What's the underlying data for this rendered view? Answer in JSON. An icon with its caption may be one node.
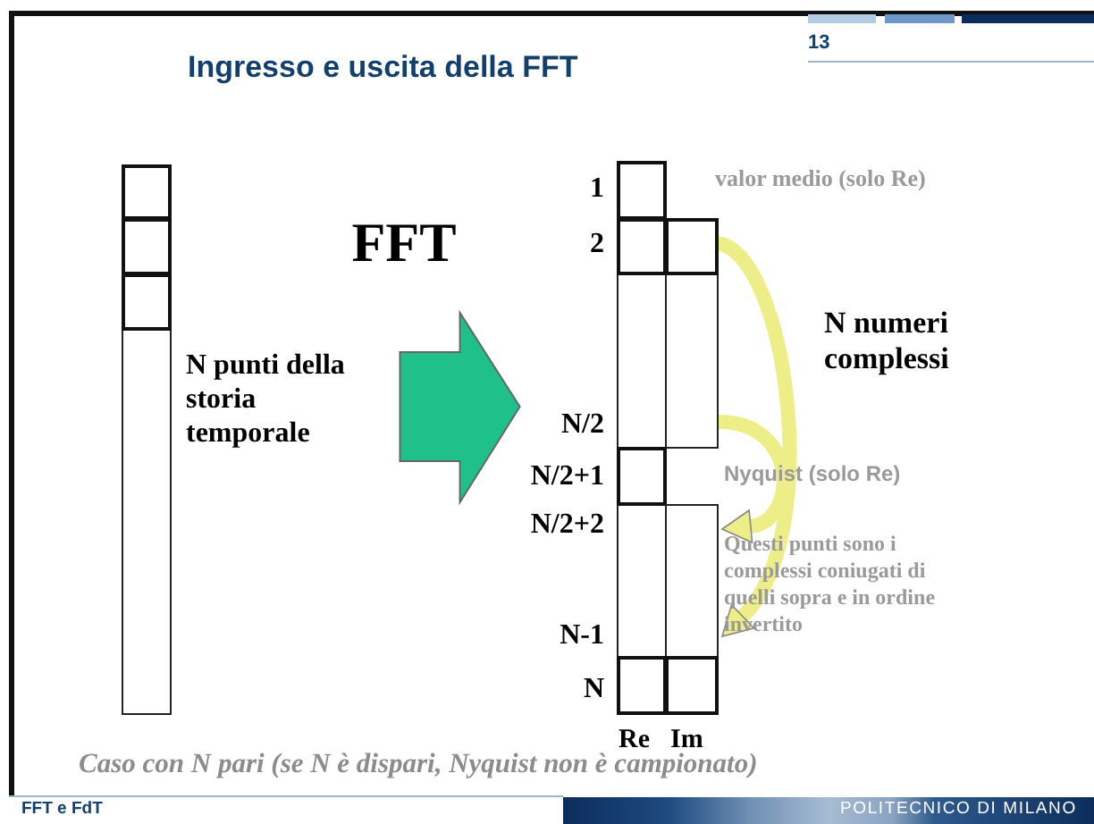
{
  "diagram": {
    "title": "Ingresso e uscita della FFT",
    "caption": "Caso con N pari (se N è dispari, Nyquist non è campionato)",
    "nodes": [
      {
        "text": [],
        "shape": "bar"
      },
      {
        "text": [],
        "shape": "box",
        "in": 0
      },
      {
        "text": [],
        "shape": "box",
        "in": 0
      },
      {
        "text": [],
        "shape": "box",
        "in": 0
      },
      {
        "text": [],
        "shape": "bar"
      },
      {
        "text": [],
        "shape": "box",
        "in": 4
      },
      {
        "text": [],
        "shape": "box",
        "in": 4
      },
      {
        "text": [],
        "shape": "box",
        "in": 4
      },
      {
        "text": [],
        "shape": "box",
        "in": 4
      },
      {
        "text": [],
        "shape": "bar"
      },
      {
        "text": [],
        "shape": "box",
        "in": 9
      },
      {
        "text": [],
        "shape": "bar"
      },
      {
        "text": [],
        "shape": "box",
        "in": 11
      },
      {
        "text": [
          "N punti della storia temporale"
        ]
      }
    ],
    "edges": [
      {
        "from": 13,
        "to": 4,
        "arrow": "to",
        "label": "FFT",
        "style": "thick",
        "color": "#1fc08a"
      },
      {
        "from": 10,
        "to": 11,
        "arrow": "to",
        "color": "#eeee88"
      },
      {
        "from": 9,
        "to": 11,
        "arrow": "to",
        "color": "#eeee88"
      }
    ],
    "labels": [
      "13",
      "1",
      "valor medio (solo Re)",
      "2",
      "N numeri complessi",
      "N/2",
      "N/2+1",
      "Nyquist (solo Re)",
      "N/2+2",
      "Questi punti sono i complessi coniugati di quelli sopra e in ordine invertito",
      "N-1",
      "N",
      "Re",
      "Im",
      "FFT e FdT",
      "POLITECNICO DI MILANO"
    ]
  }
}
